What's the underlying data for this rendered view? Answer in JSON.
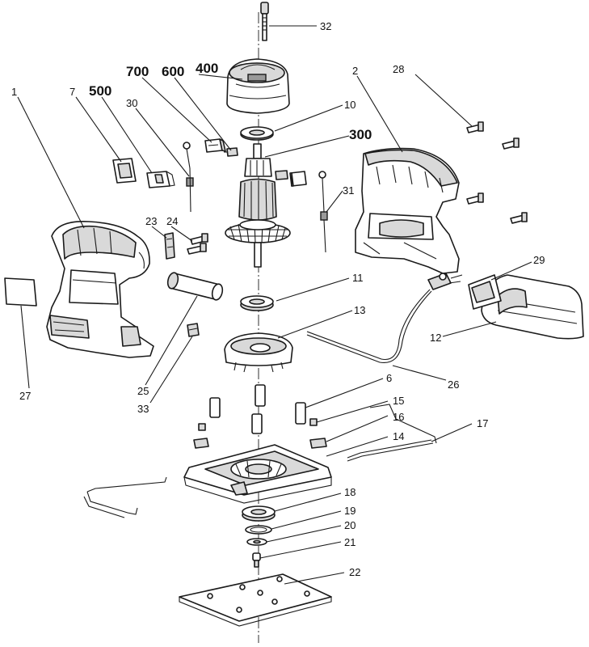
{
  "colors": {
    "line": "#1a1a1a",
    "fill": "#ffffff",
    "shade": "#d9d9d9",
    "dark": "#9a9a9a"
  },
  "callouts": {
    "c1": "1",
    "c2": "2",
    "c6": "6",
    "c7": "7",
    "c10": "10",
    "c11": "11",
    "c12": "12",
    "c13": "13",
    "c14": "14",
    "c15": "15",
    "c16": "16",
    "c17": "17",
    "c18": "18",
    "c19": "19",
    "c20": "20",
    "c21": "21",
    "c22": "22",
    "c23": "23",
    "c24": "24",
    "c25": "25",
    "c26": "26",
    "c27": "27",
    "c28": "28",
    "c29": "29",
    "c30": "30",
    "c31": "31",
    "c32": "32",
    "c33": "33",
    "c300": "300",
    "c400": "400",
    "c500": "500",
    "c600": "600",
    "c700": "700"
  }
}
